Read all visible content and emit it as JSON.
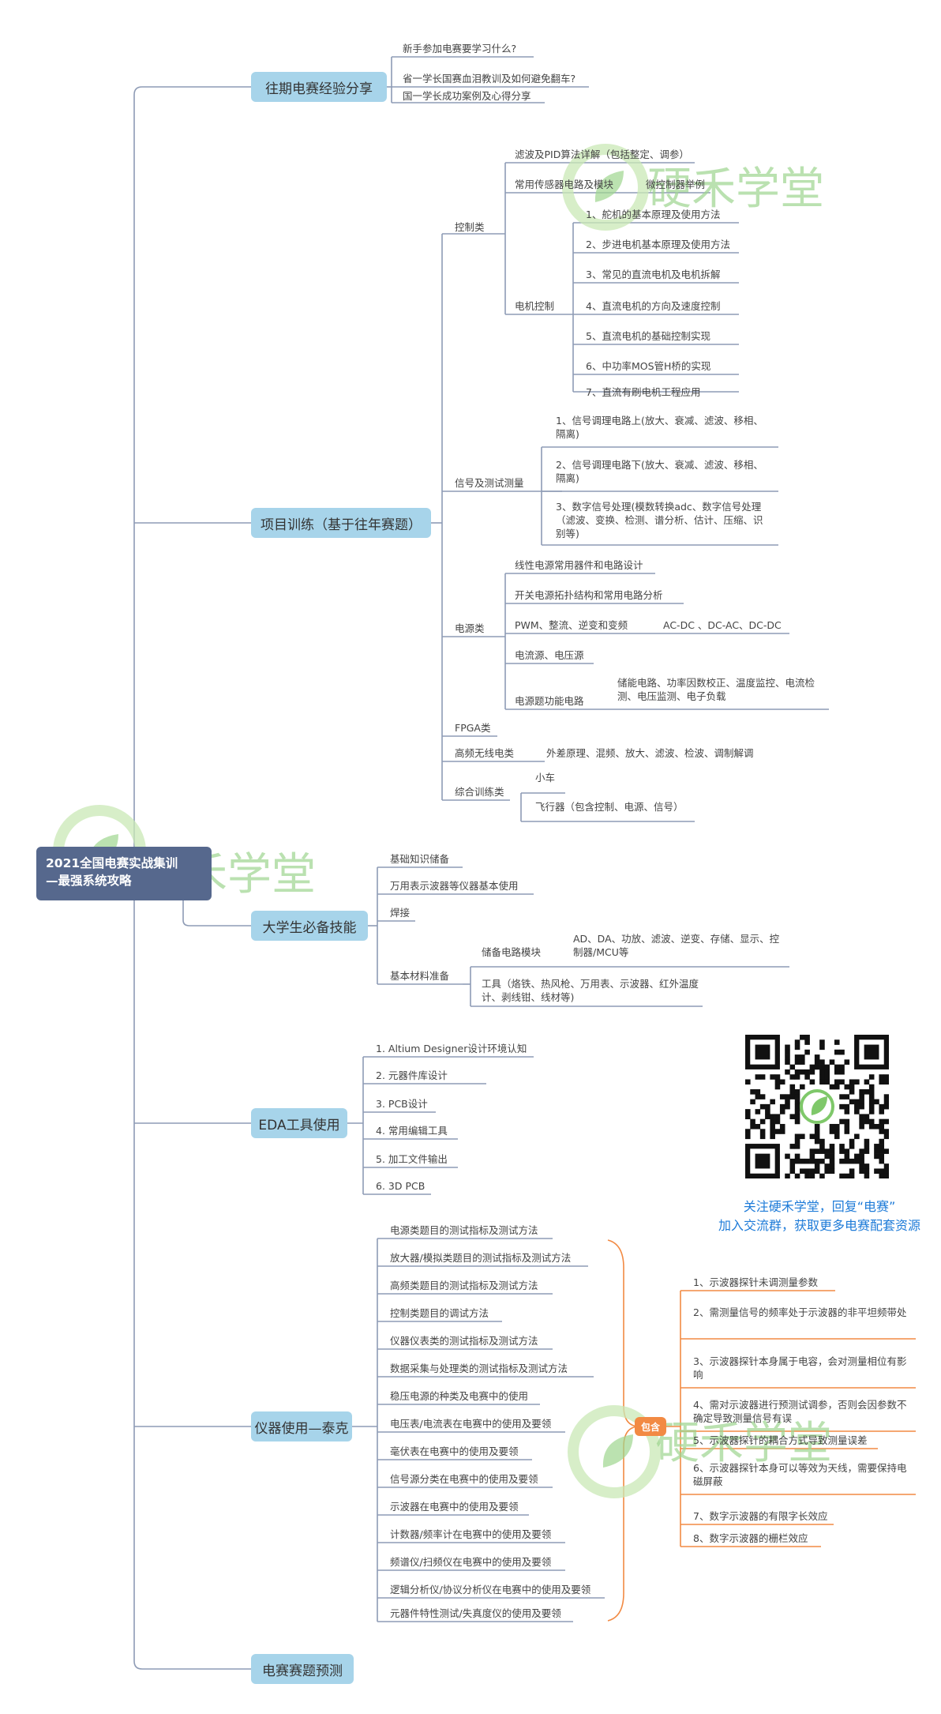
{
  "root": {
    "title_line1": "2021全国电赛实战集训",
    "title_line2": "—最强系统攻略"
  },
  "watermark": {
    "text": "硬禾学堂"
  },
  "branches": {
    "past": {
      "label": "往期电赛经验分享",
      "items": [
        "新手参加电赛要学习什么?",
        "省一学长国赛血泪教训及如何避免翻车?",
        "国一学长成功案例及心得分享"
      ]
    },
    "project": {
      "label": "项目训练（基于往年赛题）",
      "control": {
        "label": "控制类",
        "filter_pid": "滤波及PID算法详解（包括整定、调参）",
        "sensor": "常用传感器电路及模块",
        "sensor_child": "微控制器举例",
        "motor": "电机控制",
        "motor_items": [
          "1、舵机的基本原理及使用方法",
          "2、步进电机基本原理及使用方法",
          "3、常见的直流电机及电机拆解",
          "4、直流电机的方向及速度控制",
          "5、直流电机的基础控制实现",
          "6、中功率MOS管H桥的实现",
          "7、直流有刷电机工程应用"
        ]
      },
      "signal": {
        "label": "信号及测试测量",
        "items": [
          "1、信号调理电路上(放大、衰减、滤波、移相、隔离)",
          "2、信号调理电路下(放大、衰减、滤波、移相、隔离)",
          "3、数字信号处理(模数转换adc、数字信号处理（滤波、变换、检测、谱分析、估计、压缩、识别等)"
        ]
      },
      "power": {
        "label": "电源类",
        "linear": "线性电源常用器件和电路设计",
        "switch": "开关电源拓扑结构和常用电路分析",
        "pwm": "PWM、整流、逆变和变频",
        "pwm_child": "AC-DC 、DC-AC、DC-DC",
        "source": "电流源、电压源",
        "func": "电源题功能电路",
        "func_child": "储能电路、功率因数校正、温度监控、电流检测、电压监测、电子负载"
      },
      "fpga": {
        "label": "FPGA类"
      },
      "rf": {
        "label": "高频无线电类",
        "child": "外差原理、混频、放大、滤波、检波、调制解调"
      },
      "synth": {
        "label": "综合训练类",
        "items": [
          "小车",
          "飞行器（包含控制、电源、信号）"
        ]
      }
    },
    "skills": {
      "label": "大学生必备技能",
      "items": [
        "基础知识储备",
        "万用表示波器等仪器基本使用",
        "焊接"
      ],
      "materials": {
        "label": "基本材料准备",
        "storage": "储备电路模块",
        "storage_child": "AD、DA、功放、滤波、逆变、存储、显示、控制器/MCU等",
        "tools": "工具（烙铁、热风枪、万用表、示波器、红外温度计、剥线钳、线材等)"
      }
    },
    "eda": {
      "label": "EDA工具使用",
      "items": [
        "1. Altium Designer设计环境认知",
        "2. 元器件库设计",
        "3. PCB设计",
        "4. 常用编辑工具",
        "5. 加工文件输出",
        "6. 3D PCB"
      ]
    },
    "instruments": {
      "label": "仪器使用—泰克",
      "items": [
        "电源类题目的测试指标及测试方法",
        "放大器/模拟类题目的测试指标及测试方法",
        "高频类题目的测试指标及测试方法",
        "控制类题目的调试方法",
        "仪器仪表类的测试指标及测试方法",
        "数据采集与处理类的测试指标及测试方法",
        "稳压电源的种类及电赛中的使用",
        "电压表/电流表在电赛中的使用及要领",
        "毫伏表在电赛中的使用及要领",
        "信号源分类在电赛中的使用及要领",
        "示波器在电赛中的使用及要领",
        "计数器/频率计在电赛中的使用及要领",
        "频谱仪/扫频仪在电赛中的使用及要领",
        "逻辑分析仪/协议分析仪在电赛中的使用及要领",
        "元器件特性测试/失真度仪的使用及要领"
      ],
      "badge": "包含",
      "notes": [
        "1、示波器探针未调测量参数",
        "2、需测量信号的频率处于示波器的非平坦频带处",
        "3、示波器探针本身属于电容，会对测量相位有影响",
        "4、需对示波器进行预测试调参，否则会因参数不确定导致测量信号有误",
        "5、示波器探针的耦合方式导致测量误差",
        "6、示波器探针本身可以等效为天线，需要保持电磁屏蔽",
        "7、数字示波器的有限字长效应",
        "8、数字示波器的栅栏效应"
      ]
    },
    "predict": {
      "label": "电赛赛题预测"
    }
  },
  "qr": {
    "caption_line1": "关注硬禾学堂，回复“电赛”",
    "caption_line2": "加入交流群，获取更多电赛配套资源"
  },
  "colors": {
    "line_blue": "#8e9bb5",
    "line_orange": "#f28a43",
    "node_blue": "#a7d4ea",
    "root": "#56688d",
    "watermark": "#9ed58f"
  }
}
